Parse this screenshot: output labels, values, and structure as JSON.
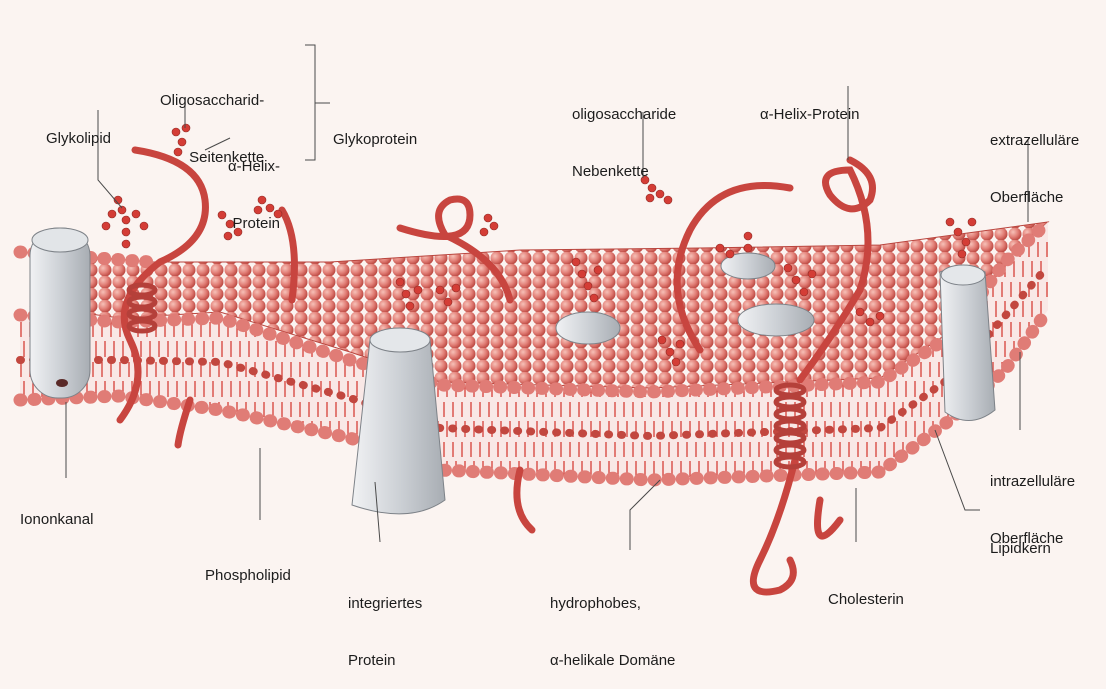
{
  "labels": {
    "glykolipid": "Glykolipid",
    "oligo_side_1": "Oligosaccharid-",
    "oligo_side_2": "Seitenkette",
    "alpha_helix_1_line1": "α-Helix-",
    "alpha_helix_1_line2": "Protein",
    "glykoprotein": "Glykoprotein",
    "oligo_neben_1": "oligosaccharide",
    "oligo_neben_2": "Nebenkette",
    "alpha_helix_2": "α-Helix-Protein",
    "extra_1": "extrazelluläre",
    "extra_2": "Oberfläche",
    "intra_1": "intrazelluläre",
    "intra_2": "Oberfläche",
    "lipidkern": "Lipidkern",
    "ionenkanal": "Iononkanal",
    "phospholipid": "Phospholipid",
    "integriert_1": "integriertes",
    "integriert_2": "Protein",
    "hydrophob_1": "hydrophobes,",
    "hydrophob_2": "α-helikale Domäne",
    "cholesterin": "Cholesterin"
  },
  "colors": {
    "background": "#fbf4f1",
    "lipid_head": "#e07c76",
    "lipid_head_dark": "#c2473f",
    "lipid_tail": "#d84a44",
    "protein": "#c8453f",
    "channel": "#cfd3d8",
    "leader": "#4a4a4a"
  }
}
